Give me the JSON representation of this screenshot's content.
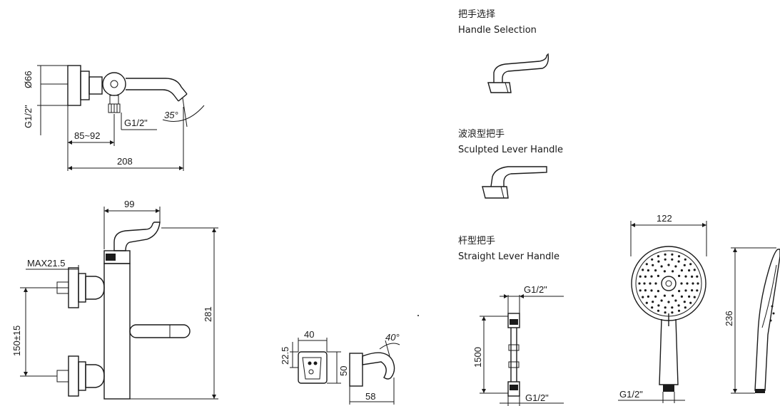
{
  "handle_selection": {
    "title_cn": "把手选择",
    "title_en": "Handle Selection",
    "sculpted_cn": "波浪型把手",
    "sculpted_en": "Sculpted Lever Handle",
    "straight_cn": "杆型把手",
    "straight_en": "Straight Lever Handle"
  },
  "spout_view": {
    "d66": "Ø66",
    "g12_side": "G1/2\"",
    "g12_bottom": "G1/2\"",
    "offset": "85~92",
    "length": "208",
    "angle": "35°"
  },
  "mixer_view": {
    "width": "99",
    "max": "MAX21.5",
    "spacing": "150±15",
    "height": "281"
  },
  "holder_view": {
    "w40": "40",
    "h225": "22.5",
    "h50": "50",
    "w58": "58",
    "angle": "40°"
  },
  "hose_view": {
    "top": "G1/2\"",
    "length": "1500",
    "bottom": "G1/2\""
  },
  "shower_view": {
    "width": "122",
    "conn": "G1/2\"",
    "height": "236"
  }
}
